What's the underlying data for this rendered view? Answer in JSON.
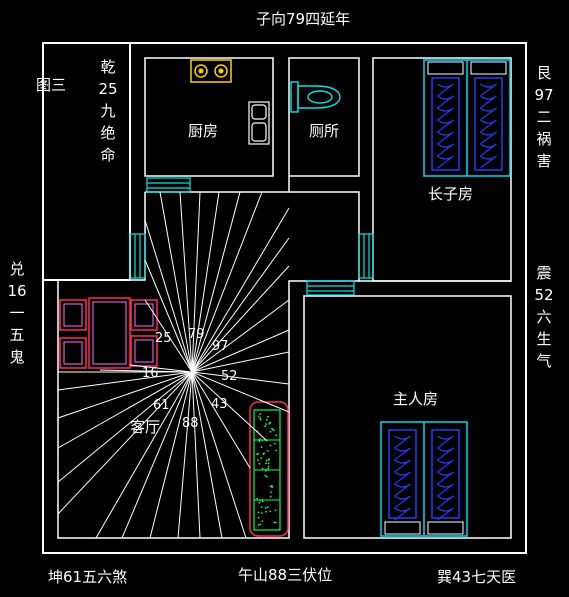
{
  "labels": {
    "top": "子向79四延年",
    "figure": "图三",
    "bottom_left": "坤61五六煞",
    "bottom_center": "午山88三伏位",
    "bottom_right": "巽43七天医",
    "qian": [
      "乾",
      "25",
      "九",
      "绝",
      "命"
    ],
    "gen": [
      "艮",
      "97",
      "二",
      "祸",
      "害"
    ],
    "dui": [
      "兑",
      "16",
      "一",
      "五",
      "鬼"
    ],
    "zhen": [
      "震",
      "52",
      "六",
      "生",
      "气"
    ]
  },
  "rooms": {
    "kitchen": "厨房",
    "toilet": "厕所",
    "eldest_son": "长子房",
    "master": "主人房",
    "living": "客厅"
  },
  "center_numbers": [
    "25",
    "79",
    "97",
    "16",
    "52",
    "61",
    "88",
    "43"
  ],
  "colors": {
    "wall": "#ffffff",
    "window": "#00e5e5",
    "bed_frame": "#00d8ff",
    "bed_spring": "#1f3cff",
    "sofa": "#ff2a5a",
    "sofa_inner": "#ff6dff",
    "plant": "#00ff44",
    "stove": "#ffd000"
  }
}
